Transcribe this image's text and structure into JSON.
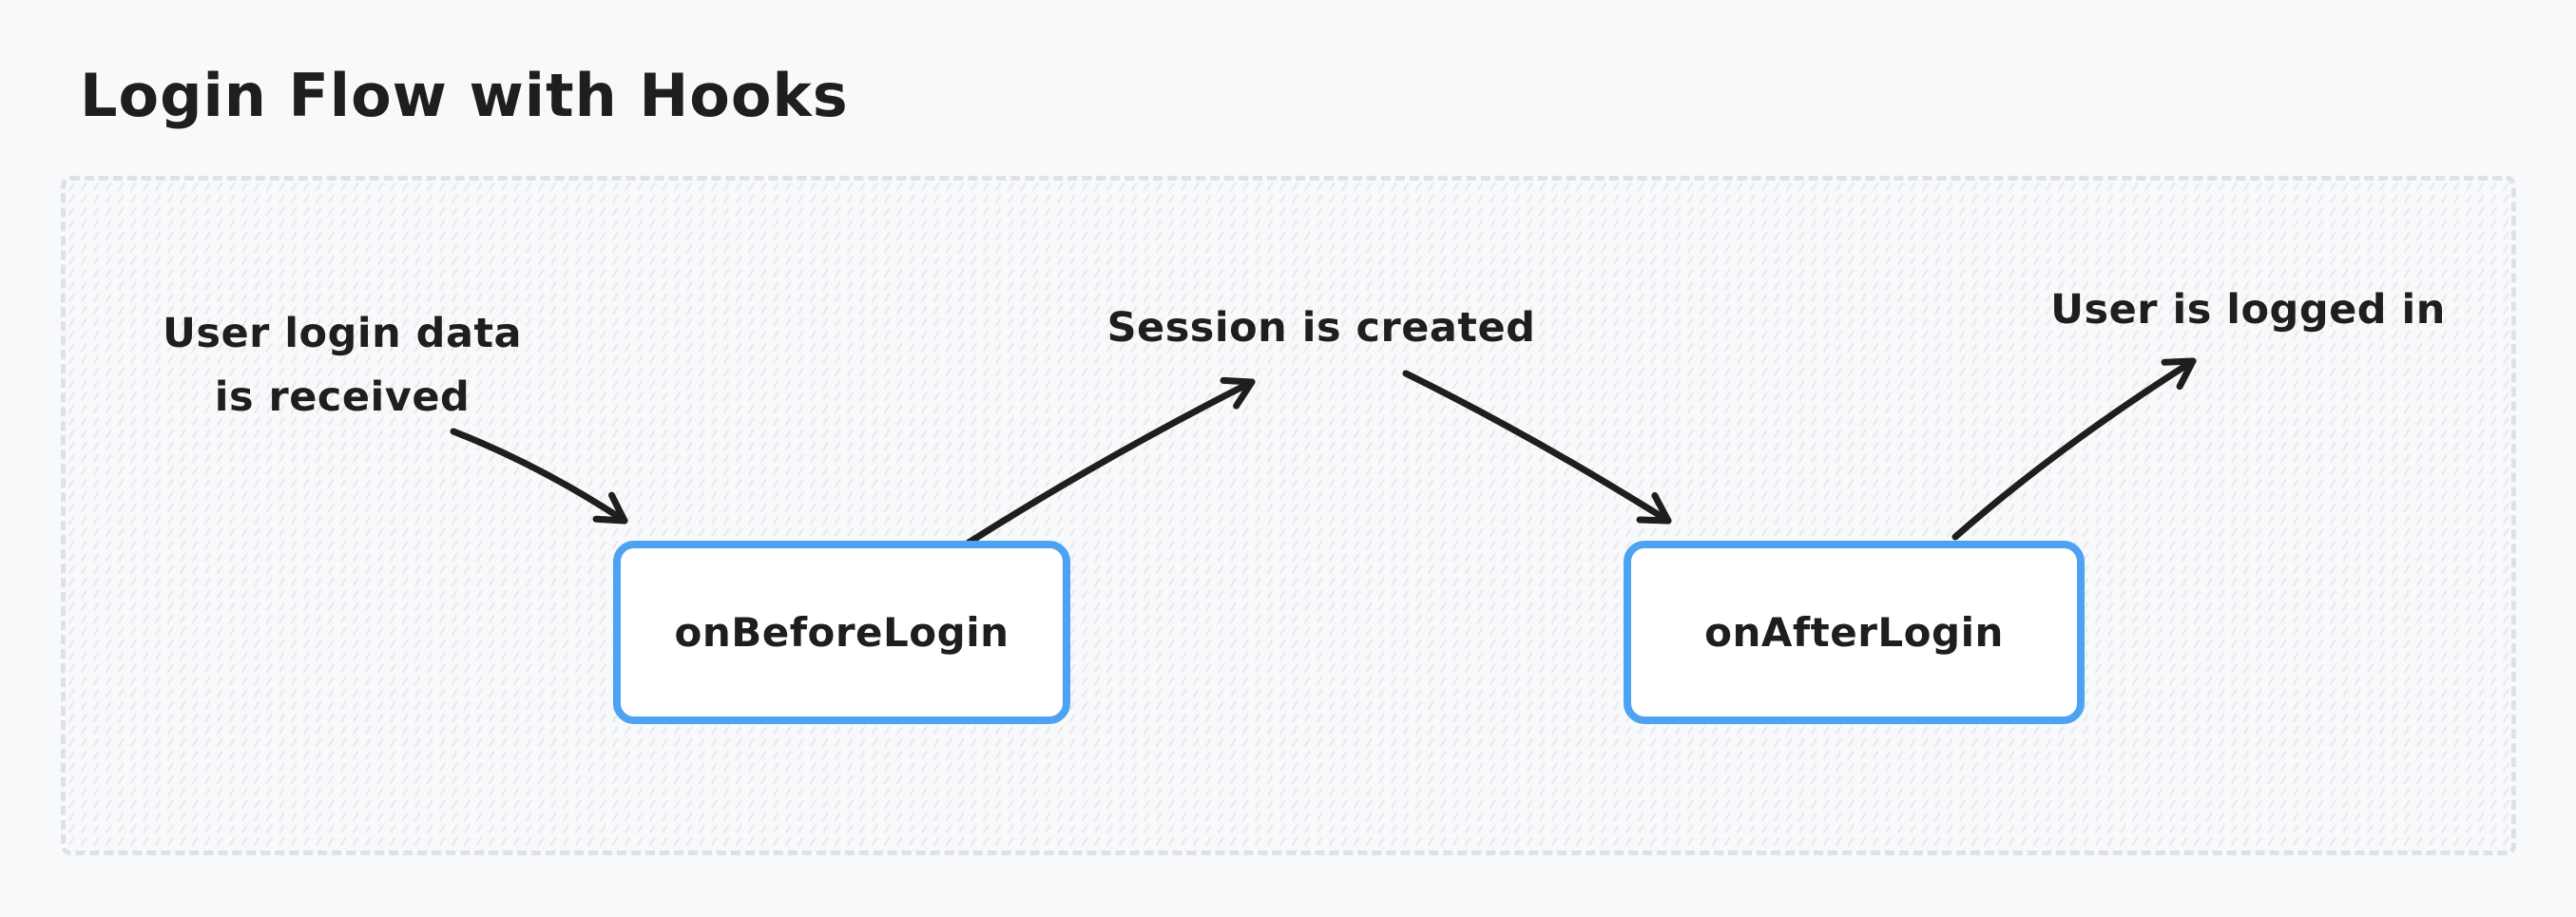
{
  "page": {
    "title": "Login Flow with Hooks",
    "background": "#f8f9fa"
  },
  "canvas": {
    "border_color": "#dee1e6",
    "hatch_color": "#e8eaee",
    "fill": "#f8f9fa"
  },
  "nodes": {
    "before": {
      "label": "onBeforeLogin"
    },
    "after": {
      "label": "onAfterLogin"
    }
  },
  "node_style": {
    "border_color": "#4da3f2",
    "fill": "#ffffff",
    "text_color": "#1e1e1e"
  },
  "annotations": {
    "received": {
      "line1": "User login data",
      "line2": "is received"
    },
    "session": {
      "text": "Session is created"
    },
    "logged_in": {
      "text": "User is logged in"
    }
  },
  "arrow_color": "#1e1e1e"
}
